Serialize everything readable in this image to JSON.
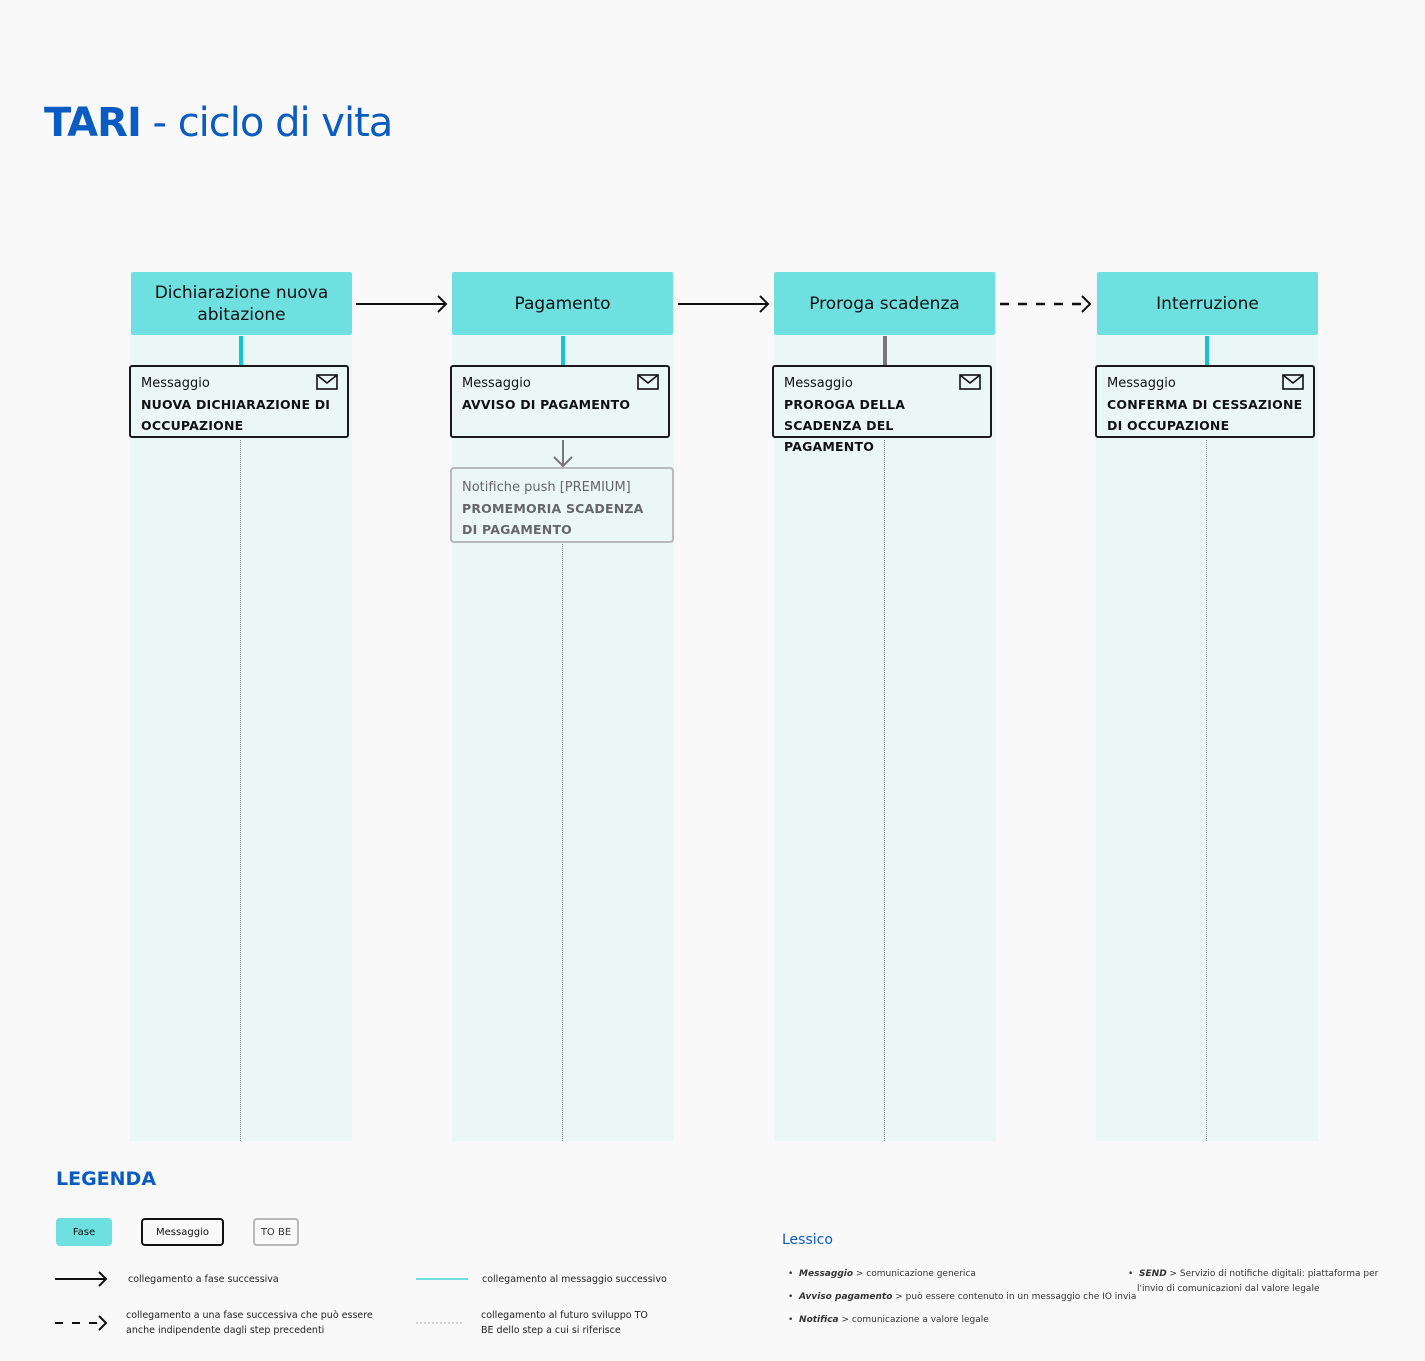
{
  "title": {
    "bold": "TARI",
    "rest": " - ciclo di vita"
  },
  "phases": [
    {
      "label": "Dichiarazione nuova abitazione",
      "message_kind": "Messaggio",
      "message_text": "NUOVA DICHIARAZIONE DI OCCUPAZIONE"
    },
    {
      "label": "Pagamento",
      "message_kind": "Messaggio",
      "message_text": "AVVISO DI PAGAMENTO"
    },
    {
      "label": "Proroga scadenza",
      "message_kind": "Messaggio",
      "message_text": "PROROGA DELLA SCADENZA DEL PAGAMENTO"
    },
    {
      "label": "Interruzione",
      "message_kind": "Messaggio",
      "message_text": "CONFERMA DI CESSAZIONE DI OCCUPAZIONE"
    }
  ],
  "tobe_box": {
    "kind": "Notifiche push [PREMIUM]",
    "text": "PROMEMORIA SCADENZA DI PAGAMENTO"
  },
  "legend": {
    "title": "LEGENDA",
    "boxes": {
      "fase": "Fase",
      "messaggio": "Messaggio",
      "tobe": "TO BE"
    },
    "items": {
      "solid_arrow": "collegamento a fase successiva",
      "dashed_arrow": "collegamento a una fase successiva che può essere anche indipendente dagli step precedenti",
      "teal_line": "collegamento al messaggio successivo",
      "dotted_line": "collegamento al futuro sviluppo TO BE dello step a cui si riferisce"
    }
  },
  "lessico": {
    "title": "Lessico",
    "items": [
      {
        "term": "Messaggio",
        "def": " > comunicazione generica"
      },
      {
        "term": "Avviso pagamento",
        "def": " > può essere contenuto in un messaggio che IO invia"
      },
      {
        "term": "Notifica",
        "def": " > comunicazione a valore legale"
      },
      {
        "term": "SEND",
        "def": " > Servizio di notifiche digitali:  piattaforma per  l'invio di comunicazioni dal valore legale"
      }
    ]
  },
  "colors": {
    "accent": "#0b5cc2",
    "phase_fill": "#6de0df",
    "connector": "#16c4cf",
    "lane": "#ebf7f6"
  }
}
